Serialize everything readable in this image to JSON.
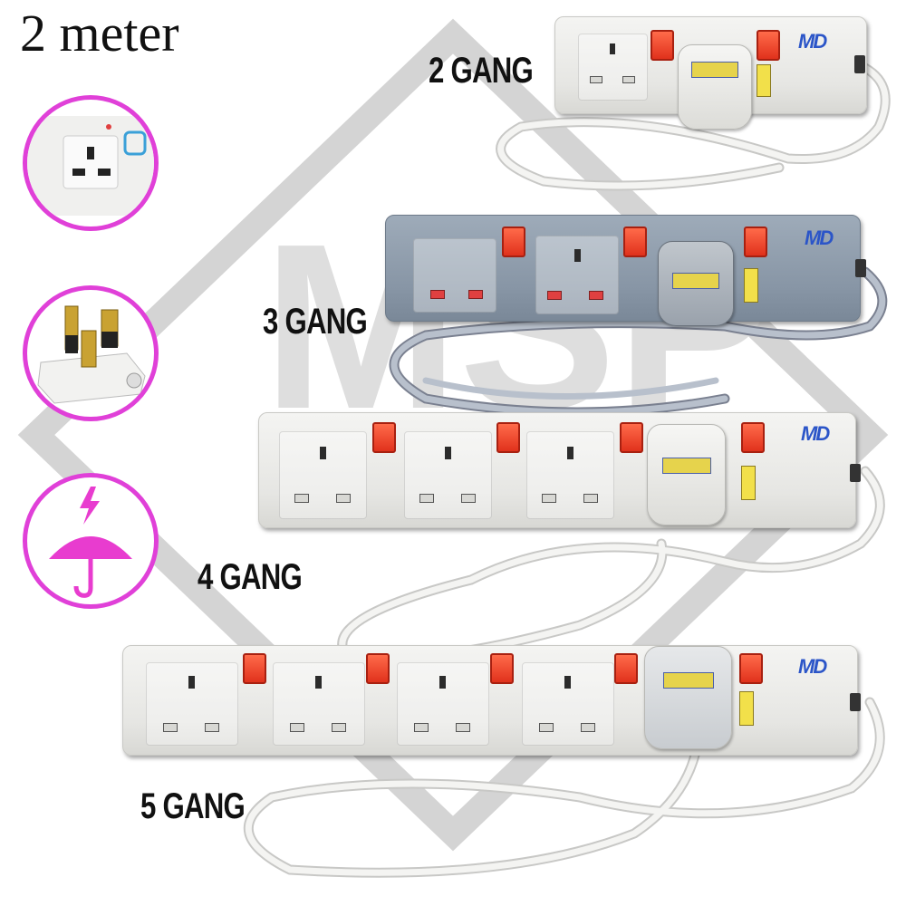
{
  "title": "2 meter",
  "gang_labels": [
    "2 GANG",
    "3 GANG",
    "4 GANG",
    "5 GANG"
  ],
  "brand": "MD",
  "feature_icons": [
    "socket-closeup",
    "3-pin-plug",
    "surge-protection-umbrella"
  ],
  "colors": {
    "accent_circle": "#e040d8",
    "switch_red": "#e0311c",
    "brand_blue": "#2b55c8",
    "strip_white": "#e6e6e3",
    "strip_grey": "#8795a5"
  }
}
